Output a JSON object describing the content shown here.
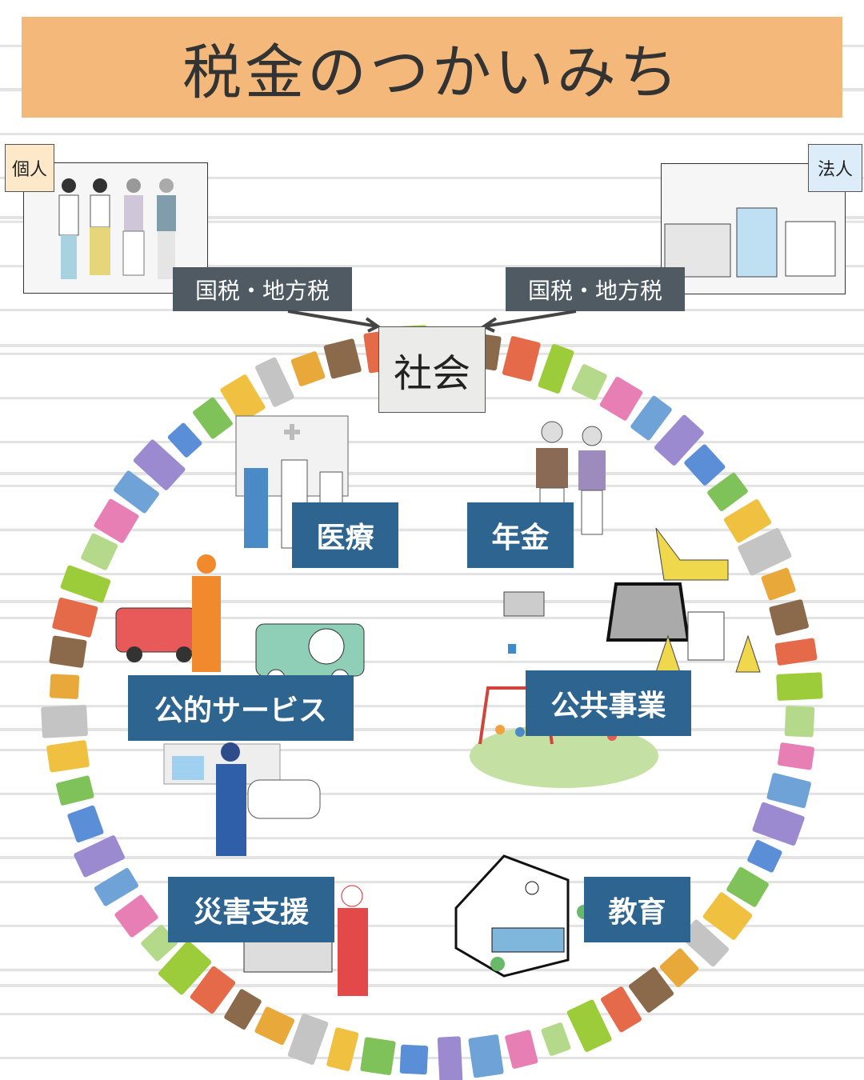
{
  "title": "税金のつかいみち",
  "individual": {
    "label": "個人",
    "tax": "国税・地方税"
  },
  "corporation": {
    "label": "法人",
    "tax": "国税・地方税"
  },
  "center": "社会",
  "categories": [
    {
      "id": "medical",
      "label": "医療"
    },
    {
      "id": "pension",
      "label": "年金"
    },
    {
      "id": "public-service",
      "label": "公的サービス"
    },
    {
      "id": "public-works",
      "label": "公共事業"
    },
    {
      "id": "disaster",
      "label": "災害支援"
    },
    {
      "id": "education",
      "label": "教育"
    }
  ],
  "colors": {
    "title_bg": "#f4b97a",
    "category_bg": "#2e6490",
    "tax_bg": "#4f5a62",
    "individual_tag": "#fde9c9",
    "corporation_tag": "#dcecf8"
  }
}
